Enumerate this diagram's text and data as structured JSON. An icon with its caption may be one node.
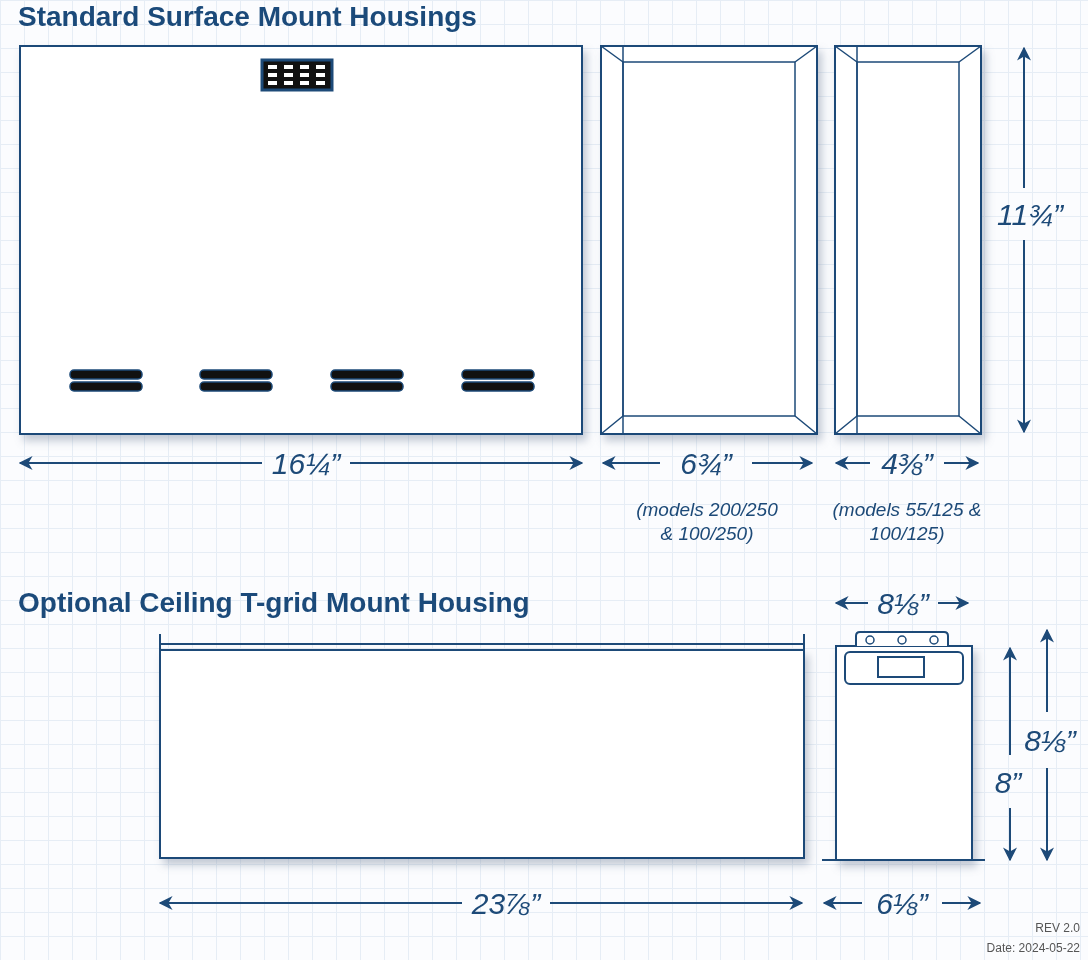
{
  "diagram": {
    "labels": [
      "Standard Surface Mount Housings",
      "11¾”",
      "16¼”",
      "6¾”",
      "4⅜”",
      "(models 200/250 & 100/250)",
      "(models 55/125 & 100/125)",
      "Optional Ceiling T-grid Mount Housing",
      "8⅛”",
      "8⅛”",
      "8”",
      "23⅞”",
      "6⅛”",
      "REV 2.0",
      "Date: 2024-05-22"
    ]
  }
}
